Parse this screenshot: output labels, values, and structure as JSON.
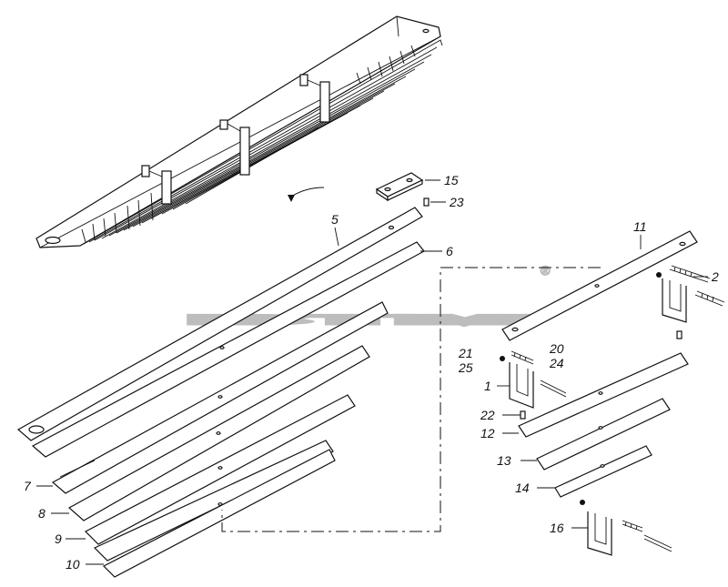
{
  "watermark": {
    "text": "BTM",
    "registered": "®"
  },
  "callouts": {
    "c1": "1",
    "c2": "2",
    "c5": "5",
    "c6": "6",
    "c7": "7",
    "c8": "8",
    "c9": "9",
    "c10": "10",
    "c11": "11",
    "c12": "12",
    "c13": "13",
    "c14": "14",
    "c15": "15",
    "c16": "16",
    "c20": "20",
    "c21": "21",
    "c22": "22",
    "c23": "23",
    "c24": "24",
    "c25": "25"
  }
}
